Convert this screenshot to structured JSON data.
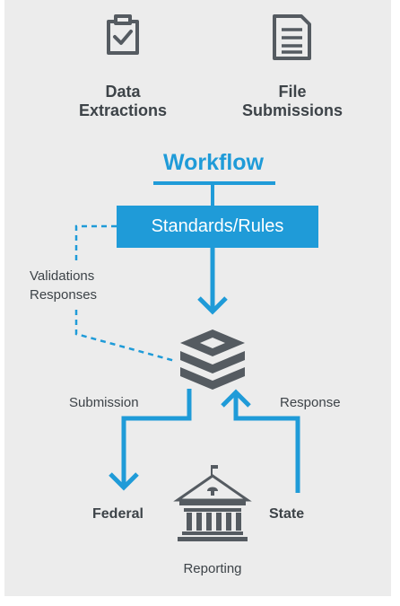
{
  "sources": {
    "data_extractions": {
      "icon": "clipboard-check-icon",
      "line1": "Data",
      "line2": "Extractions"
    },
    "file_submissions": {
      "icon": "document-lines-icon",
      "line1": "File",
      "line2": "Submissions"
    }
  },
  "workflow": {
    "title": "Workflow"
  },
  "standards": {
    "label": "Standards/Rules"
  },
  "validations": {
    "line1": "Validations",
    "line2": "Responses"
  },
  "database": {
    "icon": "layers-stack-icon"
  },
  "flows": {
    "submission": "Submission",
    "response": "Response"
  },
  "destinations": {
    "federal": "Federal",
    "state": "State"
  },
  "reporting": {
    "icon": "government-building-icon",
    "label": "Reporting"
  },
  "colors": {
    "accent": "#1f9bd8",
    "dark": "#555b61",
    "text": "#3d4348",
    "background": "#ececec"
  }
}
